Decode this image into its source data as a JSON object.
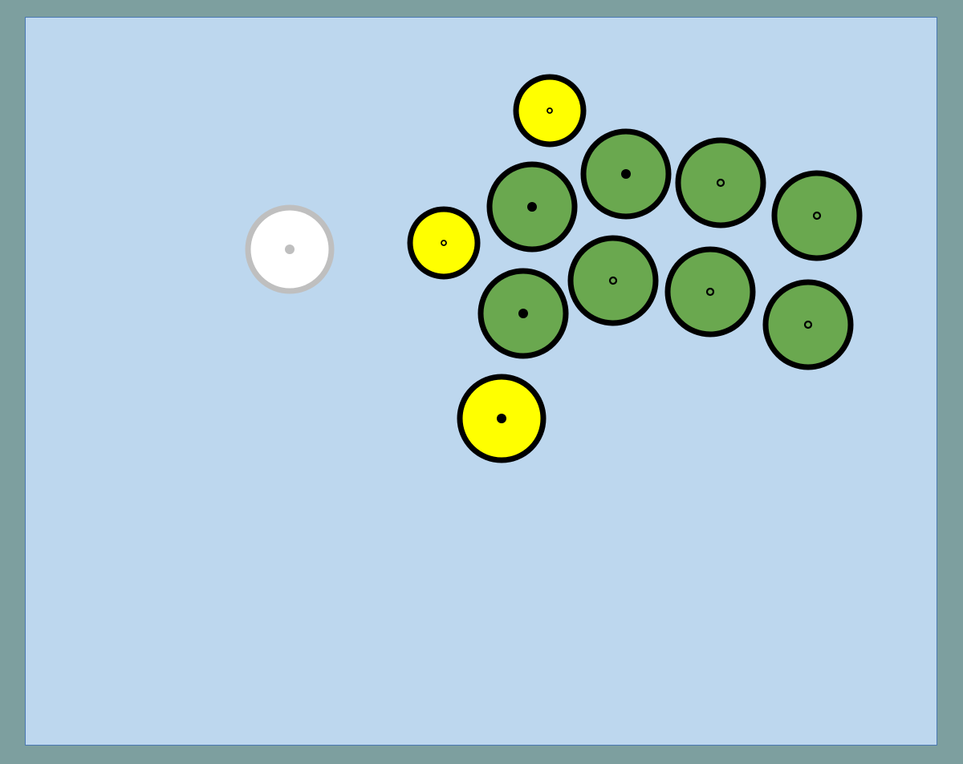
{
  "colors": {
    "frame": "#7d9f9f",
    "board": "#bdd7ee",
    "board_border": "#4a78b2",
    "green_fill": "#6aa84f",
    "yellow_fill": "#ffff00",
    "white_fill": "#ffffff",
    "outline_dark": "#000000",
    "outline_light": "#bfbfbf"
  },
  "pieces": {
    "white": {
      "kind": "white",
      "center_style": "solid-gray"
    },
    "yellow": [
      {
        "id": "yellow-top",
        "kind": "yellow",
        "center_style": "hollow"
      },
      {
        "id": "yellow-mid",
        "kind": "yellow",
        "center_style": "hollow"
      },
      {
        "id": "yellow-bottom",
        "kind": "yellow",
        "center_style": "solid"
      }
    ],
    "green": [
      {
        "id": "green-1",
        "kind": "green",
        "center_style": "solid"
      },
      {
        "id": "green-2",
        "kind": "green",
        "center_style": "solid"
      },
      {
        "id": "green-3",
        "kind": "green",
        "center_style": "hollow"
      },
      {
        "id": "green-4",
        "kind": "green",
        "center_style": "hollow"
      },
      {
        "id": "green-5",
        "kind": "green",
        "center_style": "solid"
      },
      {
        "id": "green-6",
        "kind": "green",
        "center_style": "hollow"
      },
      {
        "id": "green-7",
        "kind": "green",
        "center_style": "hollow"
      },
      {
        "id": "green-8",
        "kind": "green",
        "center_style": "hollow"
      }
    ]
  }
}
